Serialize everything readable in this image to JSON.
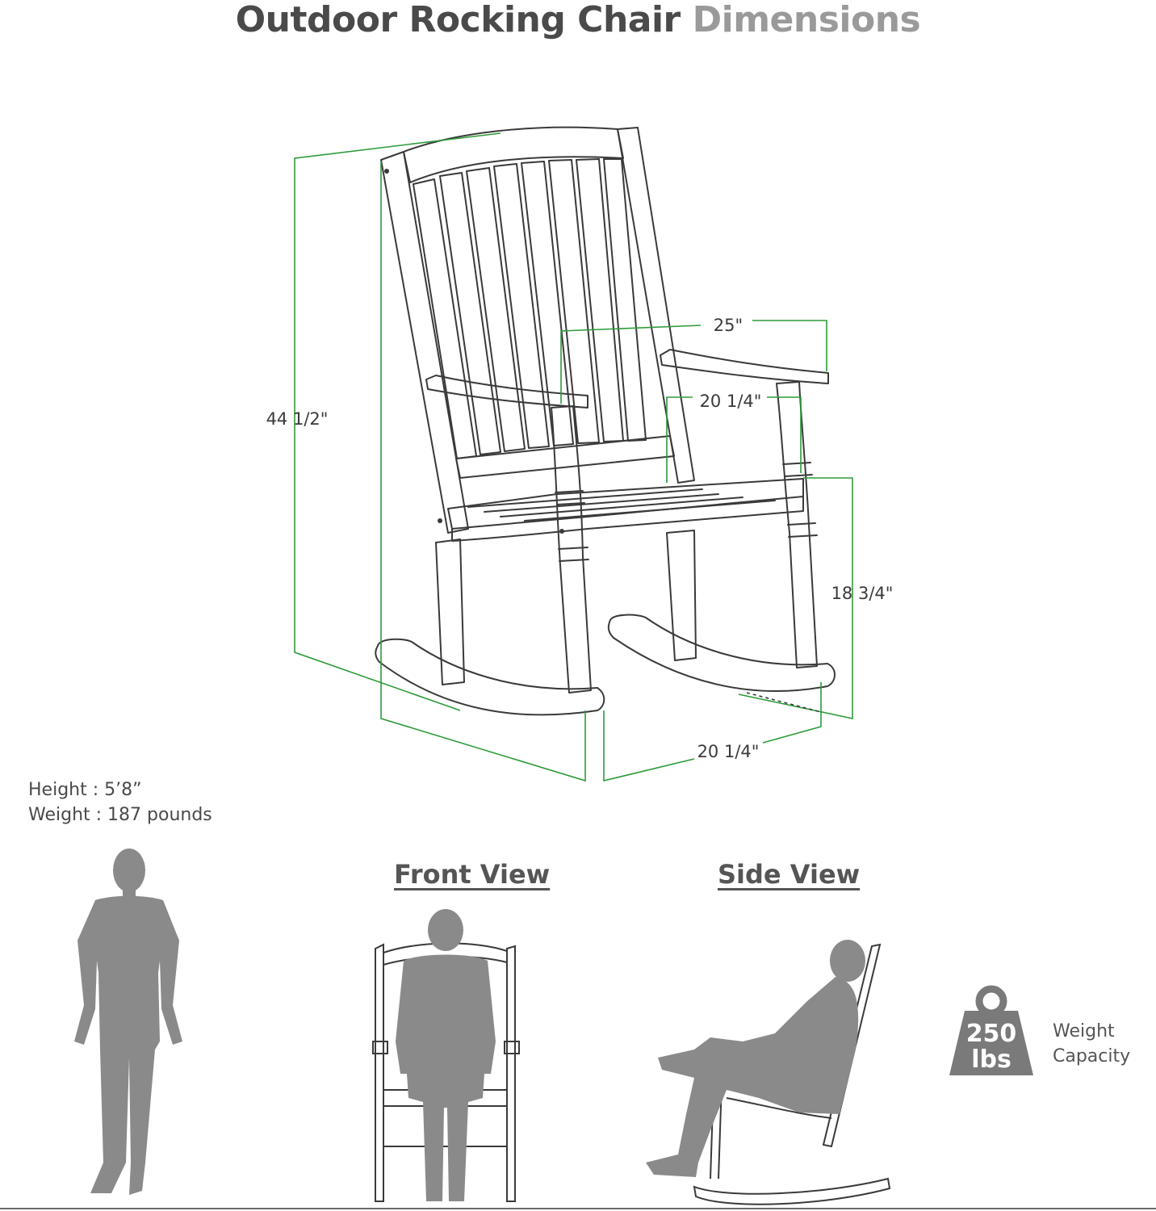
{
  "header": {
    "title_main": "Outdoor Rocking Chair",
    "title_accent": "Dimensions"
  },
  "dimensions": {
    "overall_height": "44 1/2\"",
    "overall_width": "25\"",
    "seat_width": "20 1/4\"",
    "seat_height": "18 3/4\"",
    "depth": "20 1/4\""
  },
  "person": {
    "height_label": "Height  : 5’8”",
    "weight_label": "Weight : 187 pounds"
  },
  "views": {
    "front": "Front View",
    "side": "Side View"
  },
  "capacity": {
    "number": "250",
    "unit": "lbs",
    "label_line1": "Weight",
    "label_line2": "Capacity"
  },
  "colors": {
    "dimension_line": "#2e9b3a",
    "silhouette": "#8a8a8a",
    "title_dark": "#4a4a4a",
    "title_light": "#9a9a9a",
    "badge": "#7a7a7a"
  }
}
